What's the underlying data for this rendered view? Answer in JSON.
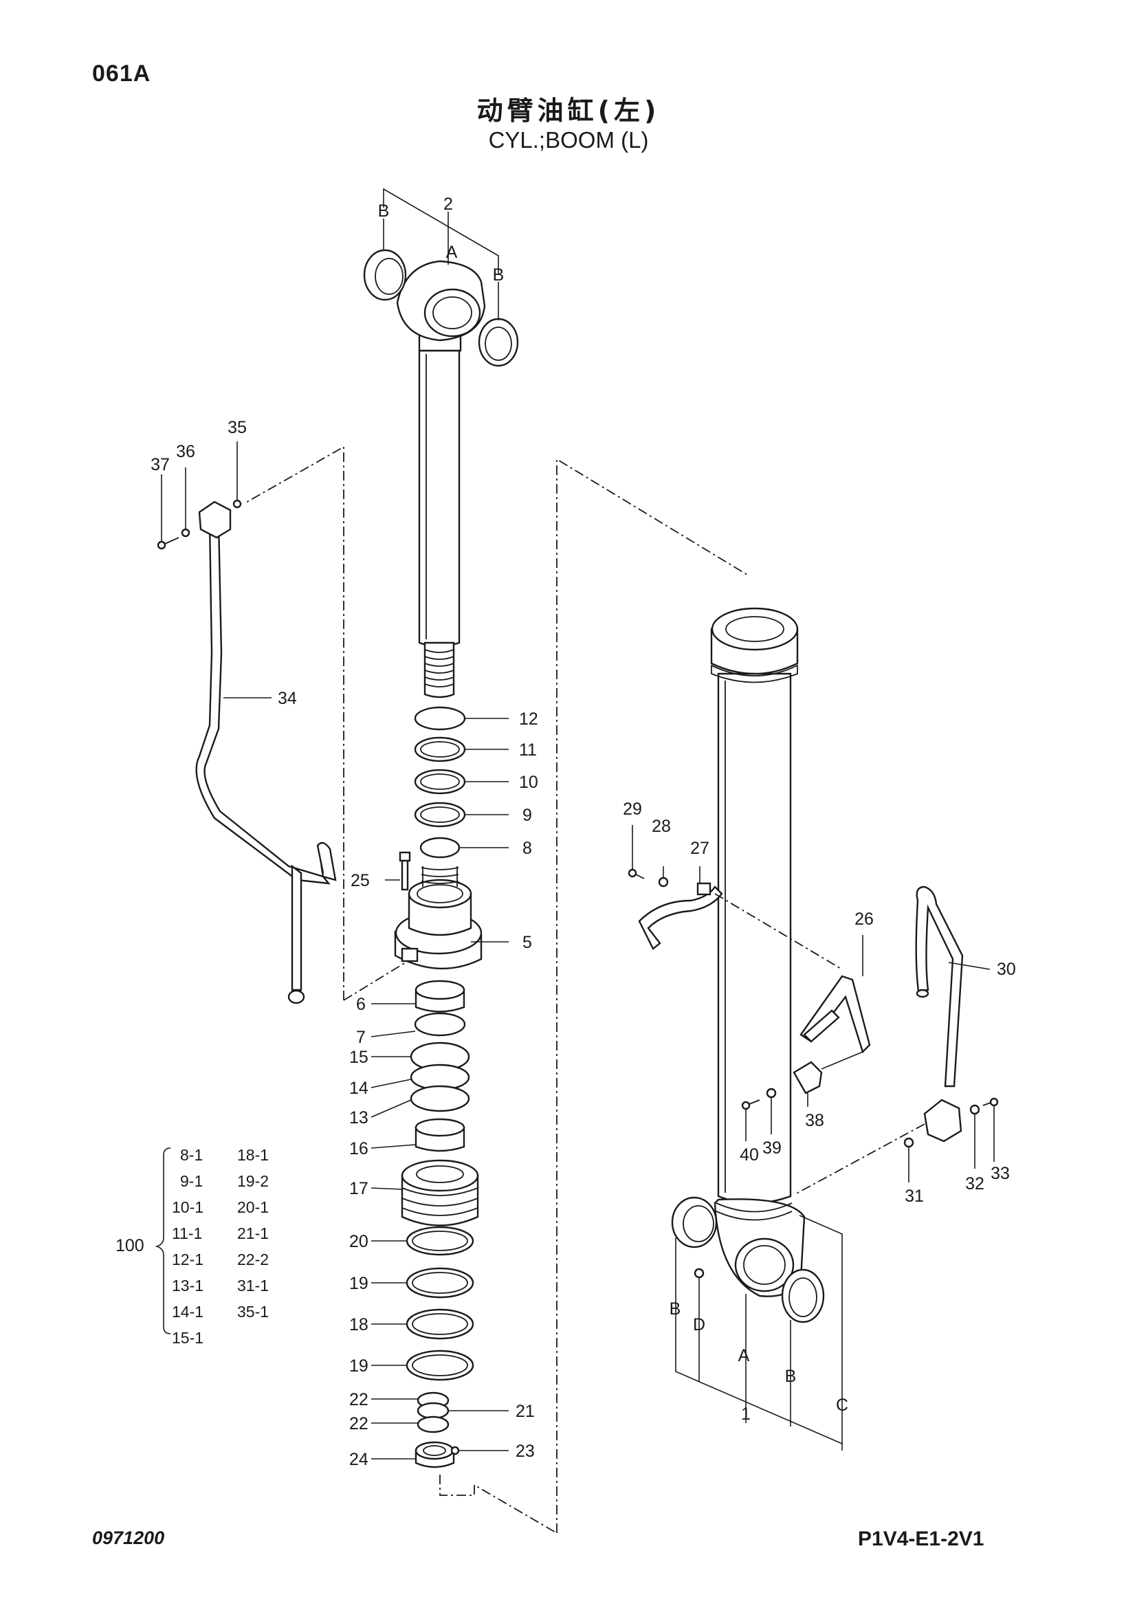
{
  "header": {
    "code": "061A",
    "title_cn": "动臂油缸(左)",
    "title_en": "CYL.;BOOM (L)"
  },
  "footer": {
    "left_code": "0971200",
    "right_code": "P1V4-E1-2V1"
  },
  "callouts": {
    "p1": "1",
    "p2": "2",
    "p5": "5",
    "p6": "6",
    "p7": "7",
    "p8": "8",
    "p9": "9",
    "p10": "10",
    "p11": "11",
    "p12": "12",
    "p13": "13",
    "p14": "14",
    "p15": "15",
    "p16": "16",
    "p17": "17",
    "p18": "18",
    "p19a": "19",
    "p19b": "19",
    "p20": "20",
    "p21": "21",
    "p22a": "22",
    "p22b": "22",
    "p23": "23",
    "p24": "24",
    "p25": "25",
    "p26": "26",
    "p27": "27",
    "p28": "28",
    "p29": "29",
    "p30": "30",
    "p31": "31",
    "p32": "32",
    "p33": "33",
    "p34": "34",
    "p35": "35",
    "p36": "36",
    "p37": "37",
    "p38": "38",
    "p39": "39",
    "p40": "40",
    "letter_a_top": "A",
    "letter_b_top_l": "B",
    "letter_b_top_r": "B",
    "letter_a_bot": "A",
    "letter_b_bot_l": "B",
    "letter_b_bot_r": "B",
    "letter_c": "C",
    "letter_d": "D"
  },
  "kit": {
    "number": "100",
    "items": [
      [
        "8-1",
        "18-1"
      ],
      [
        "9-1",
        "19-2"
      ],
      [
        "10-1",
        "20-1"
      ],
      [
        "11-1",
        "21-1"
      ],
      [
        "12-1",
        "22-2"
      ],
      [
        "13-1",
        "31-1"
      ],
      [
        "14-1",
        "35-1"
      ],
      [
        "15-1",
        ""
      ]
    ]
  }
}
